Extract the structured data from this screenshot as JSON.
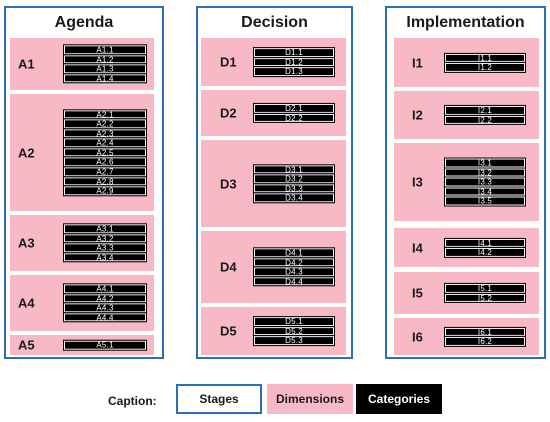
{
  "caption": {
    "label": "Caption:",
    "stages": "Stages",
    "dimensions": "Dimensions",
    "categories": "Categories"
  },
  "colors": {
    "stage_border": "#2f6fb5",
    "dimension_fill": "#f6b9c5",
    "category_fill": "#000000"
  },
  "stages": [
    {
      "title": "Agenda",
      "dimensions": [
        {
          "label": "A1",
          "categories": [
            "A1.1",
            "A1.2",
            "A1.3",
            "A1.4"
          ]
        },
        {
          "label": "A2",
          "categories": [
            "A2.1",
            "A2.2",
            "A2.3",
            "A2.4",
            "A2.5",
            "A2.6",
            "A2.7",
            "A2.8",
            "A2.9"
          ]
        },
        {
          "label": "A3",
          "categories": [
            "A3.1",
            "A3.2",
            "A3.3",
            "A3.4"
          ]
        },
        {
          "label": "A4",
          "categories": [
            "A4.1",
            "A4.2",
            "A4.3",
            "A4.4"
          ]
        },
        {
          "label": "A5",
          "categories": [
            "A5.1"
          ]
        }
      ]
    },
    {
      "title": "Decision",
      "dimensions": [
        {
          "label": "D1",
          "categories": [
            "D1.1",
            "D1.2",
            "D1.3"
          ]
        },
        {
          "label": "D2",
          "categories": [
            "D2.1",
            "D2.2"
          ]
        },
        {
          "label": "D3",
          "categories": [
            "D3.1",
            "D3.2",
            "D3.3",
            "D3.4"
          ]
        },
        {
          "label": "D4",
          "categories": [
            "D4.1",
            "D4.2",
            "D4.3",
            "D4.4"
          ]
        },
        {
          "label": "D5",
          "categories": [
            "D5.1",
            "D5.2",
            "D5.3"
          ]
        }
      ]
    },
    {
      "title": "Implementation",
      "dimensions": [
        {
          "label": "I1",
          "categories": [
            "I1.1",
            "I1.2"
          ]
        },
        {
          "label": "I2",
          "categories": [
            "I2.1",
            "I2.2"
          ]
        },
        {
          "label": "I3",
          "categories": [
            "I3.1",
            "I3.2",
            "I3.3",
            "I3.4",
            "I3.5"
          ]
        },
        {
          "label": "I4",
          "categories": [
            "I4.1",
            "I4.2"
          ]
        },
        {
          "label": "I5",
          "categories": [
            "I5.1",
            "I5.2"
          ]
        },
        {
          "label": "I6",
          "categories": [
            "I6.1",
            "I6.2"
          ]
        }
      ]
    }
  ]
}
